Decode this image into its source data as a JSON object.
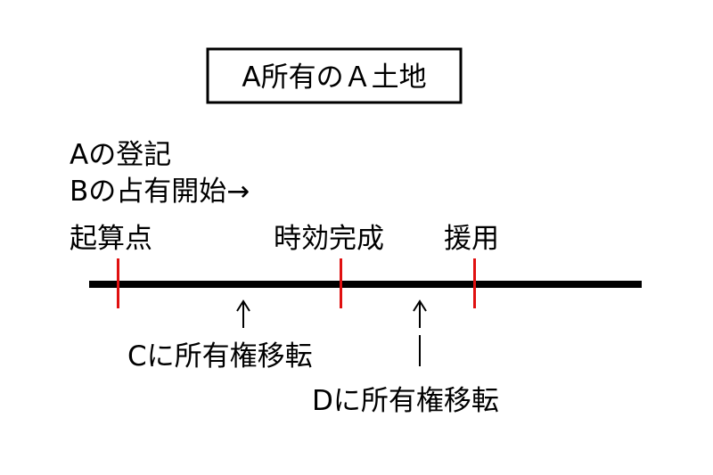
{
  "title": "A所有のＡ土地",
  "labels": {
    "a_registration": "Aの登記",
    "b_possession_start": "Bの占有開始→",
    "starting_point": "起算点",
    "prescription_complete": "時効完成",
    "invocation": "援用",
    "transfer_c": "Cに所有権移転",
    "transfer_d": "Dに所有権移転"
  },
  "arrows": {
    "up": "↑"
  },
  "colors": {
    "timeline": "#000000",
    "marker": "#e01010"
  }
}
